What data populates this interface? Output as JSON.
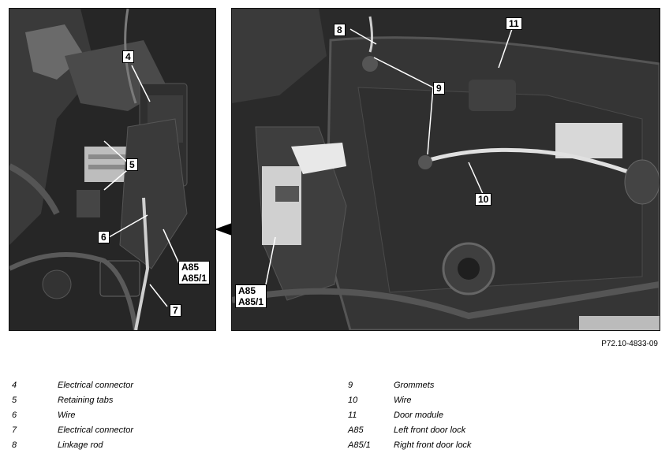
{
  "callouts": {
    "c4": "4",
    "c5": "5",
    "c6": "6",
    "c7": "7",
    "c8": "8",
    "c9": "9",
    "c10": "10",
    "c11": "11",
    "a85_left": "A85\nA85/1",
    "a85_right": "A85\nA85/1"
  },
  "figure_ref": "P72.10-4833-09",
  "legend": {
    "left": [
      {
        "num": "4",
        "desc": "Electrical connector"
      },
      {
        "num": "5",
        "desc": "Retaining tabs"
      },
      {
        "num": "6",
        "desc": "Wire"
      },
      {
        "num": "7",
        "desc": "Electrical connector"
      },
      {
        "num": "8",
        "desc": "Linkage rod"
      }
    ],
    "right": [
      {
        "num": "9",
        "desc": "Grommets"
      },
      {
        "num": "10",
        "desc": "Wire"
      },
      {
        "num": "11",
        "desc": "Door module"
      },
      {
        "num": "A85",
        "desc": "Left front door lock"
      },
      {
        "num": "A85/1",
        "desc": "Right front door lock"
      }
    ]
  }
}
